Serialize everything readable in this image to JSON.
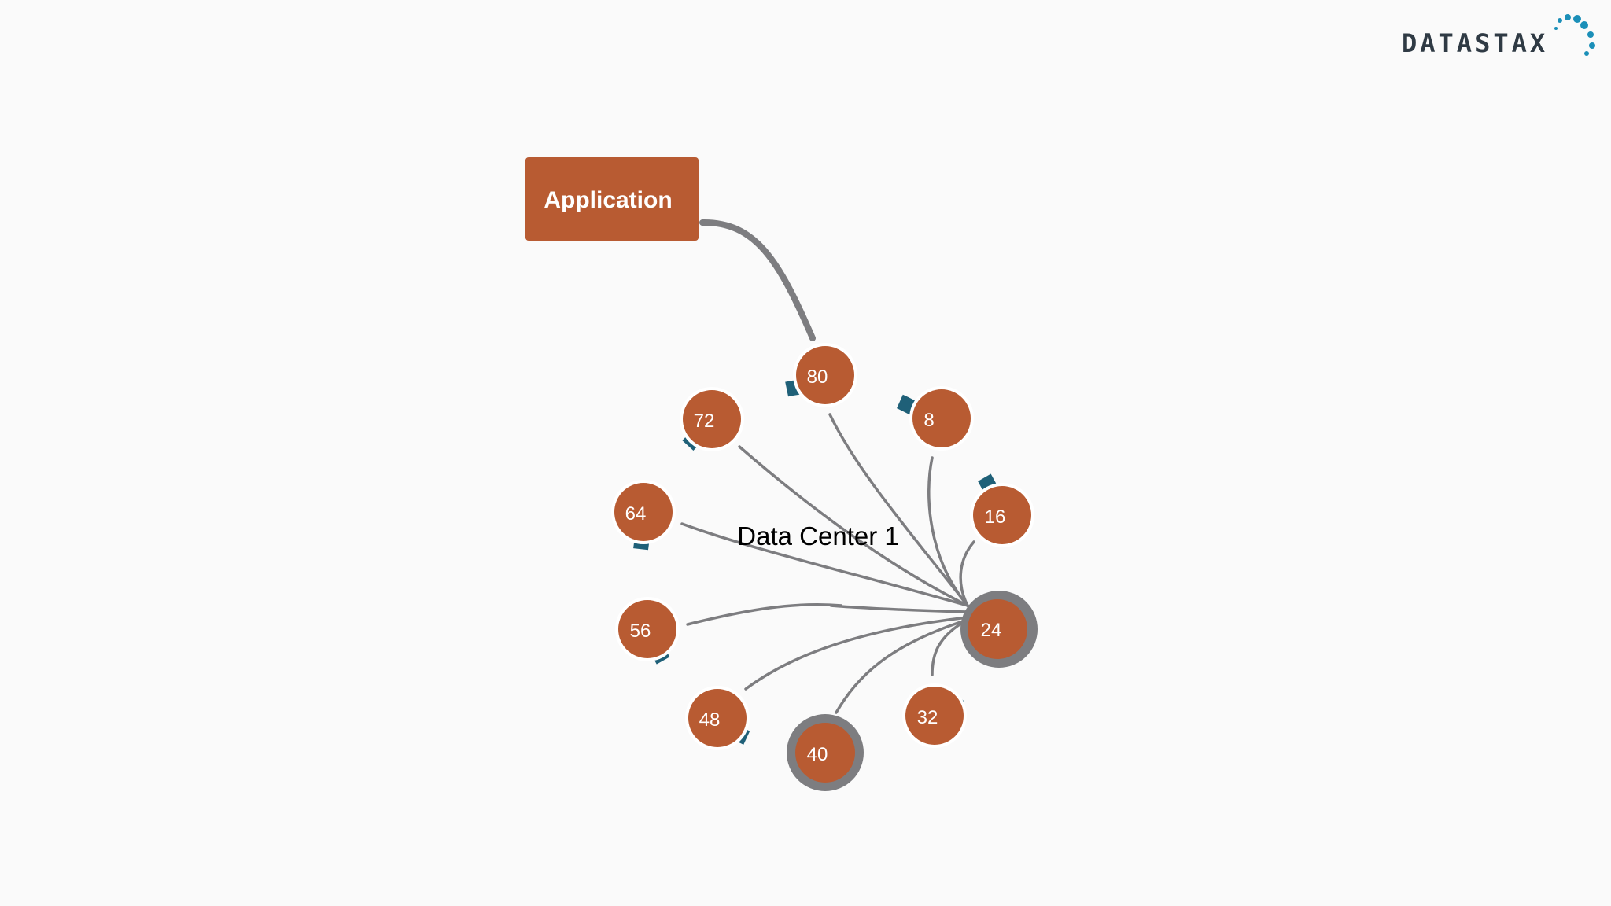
{
  "brand": {
    "name": "DATASTAX",
    "text_color": "#2f3a44",
    "dot_color": "#1b8fb8"
  },
  "application": {
    "label": "Application",
    "color": "#b85b32"
  },
  "data_center": {
    "label": "Data Center 1",
    "ring_color": "#1f6078"
  },
  "nodes": [
    {
      "id": "80",
      "label": "80",
      "highlighted": false
    },
    {
      "id": "8",
      "label": "8",
      "highlighted": false
    },
    {
      "id": "16",
      "label": "16",
      "highlighted": false
    },
    {
      "id": "24",
      "label": "24",
      "highlighted": true
    },
    {
      "id": "32",
      "label": "32",
      "highlighted": false
    },
    {
      "id": "40",
      "label": "40",
      "highlighted": true
    },
    {
      "id": "48",
      "label": "48",
      "highlighted": false
    },
    {
      "id": "56",
      "label": "56",
      "highlighted": false
    },
    {
      "id": "64",
      "label": "64",
      "highlighted": false
    },
    {
      "id": "72",
      "label": "72",
      "highlighted": false
    }
  ],
  "connections": {
    "application_to": "80",
    "hub": "24",
    "hub_links": [
      "80",
      "8",
      "16",
      "32",
      "40",
      "48",
      "56",
      "64",
      "72"
    ]
  },
  "colors": {
    "node_fill": "#b85b32",
    "link": "#7d7d80",
    "highlight_ring": "#7d7d80"
  }
}
